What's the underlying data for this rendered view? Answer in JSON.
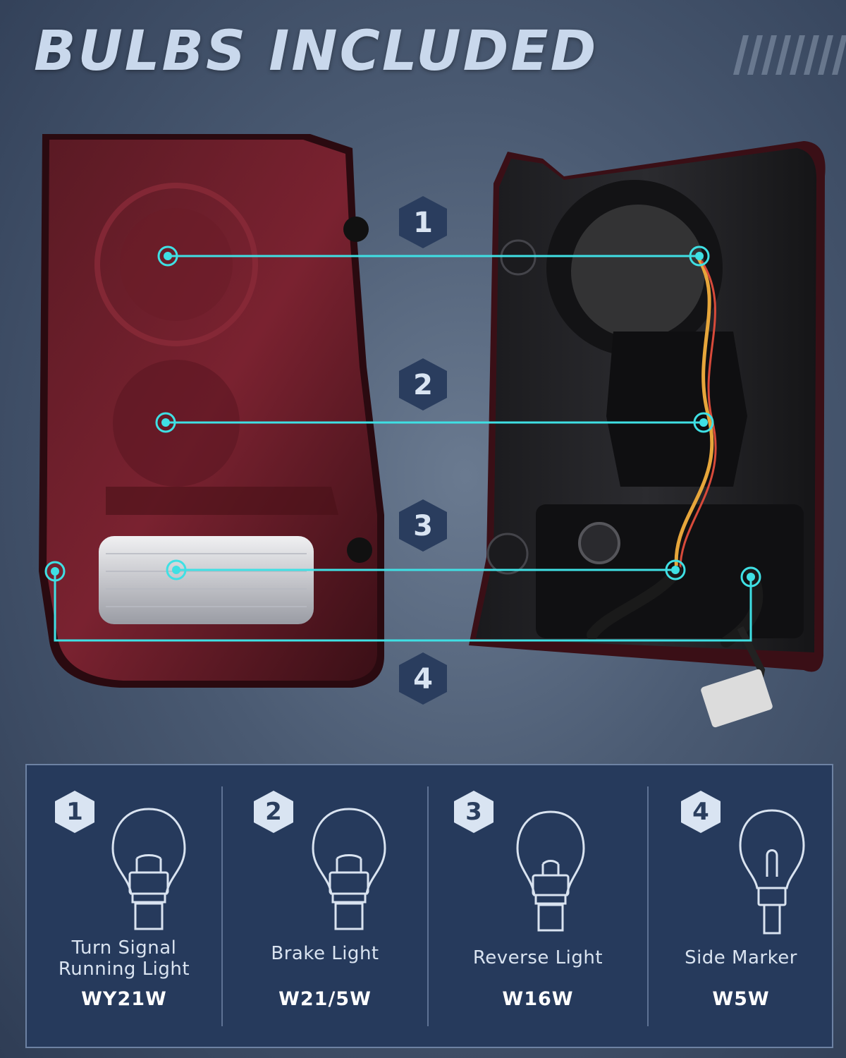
{
  "headline": "BULBS INCLUDED",
  "callouts": [
    "1",
    "2",
    "3",
    "4"
  ],
  "bulbs": [
    {
      "number": "1",
      "label_line1": "Turn Signal",
      "label_line2": "Running Light",
      "code": "WY21W",
      "icon": "dual-filament-bulb-icon"
    },
    {
      "number": "2",
      "label_line1": "Brake Light",
      "label_line2": "",
      "code": "W21/5W",
      "icon": "dual-filament-bulb-icon"
    },
    {
      "number": "3",
      "label_line1": "Reverse Light",
      "label_line2": "",
      "code": "W16W",
      "icon": "single-filament-bulb-icon"
    },
    {
      "number": "4",
      "label_line1": "Side Marker",
      "label_line2": "",
      "code": "W5W",
      "icon": "wedge-bulb-icon"
    }
  ],
  "colors": {
    "accent": "#3fe0e4",
    "badge": "#d9e4f2",
    "panel": "#263a5c",
    "headline": "#c9d8ec"
  }
}
